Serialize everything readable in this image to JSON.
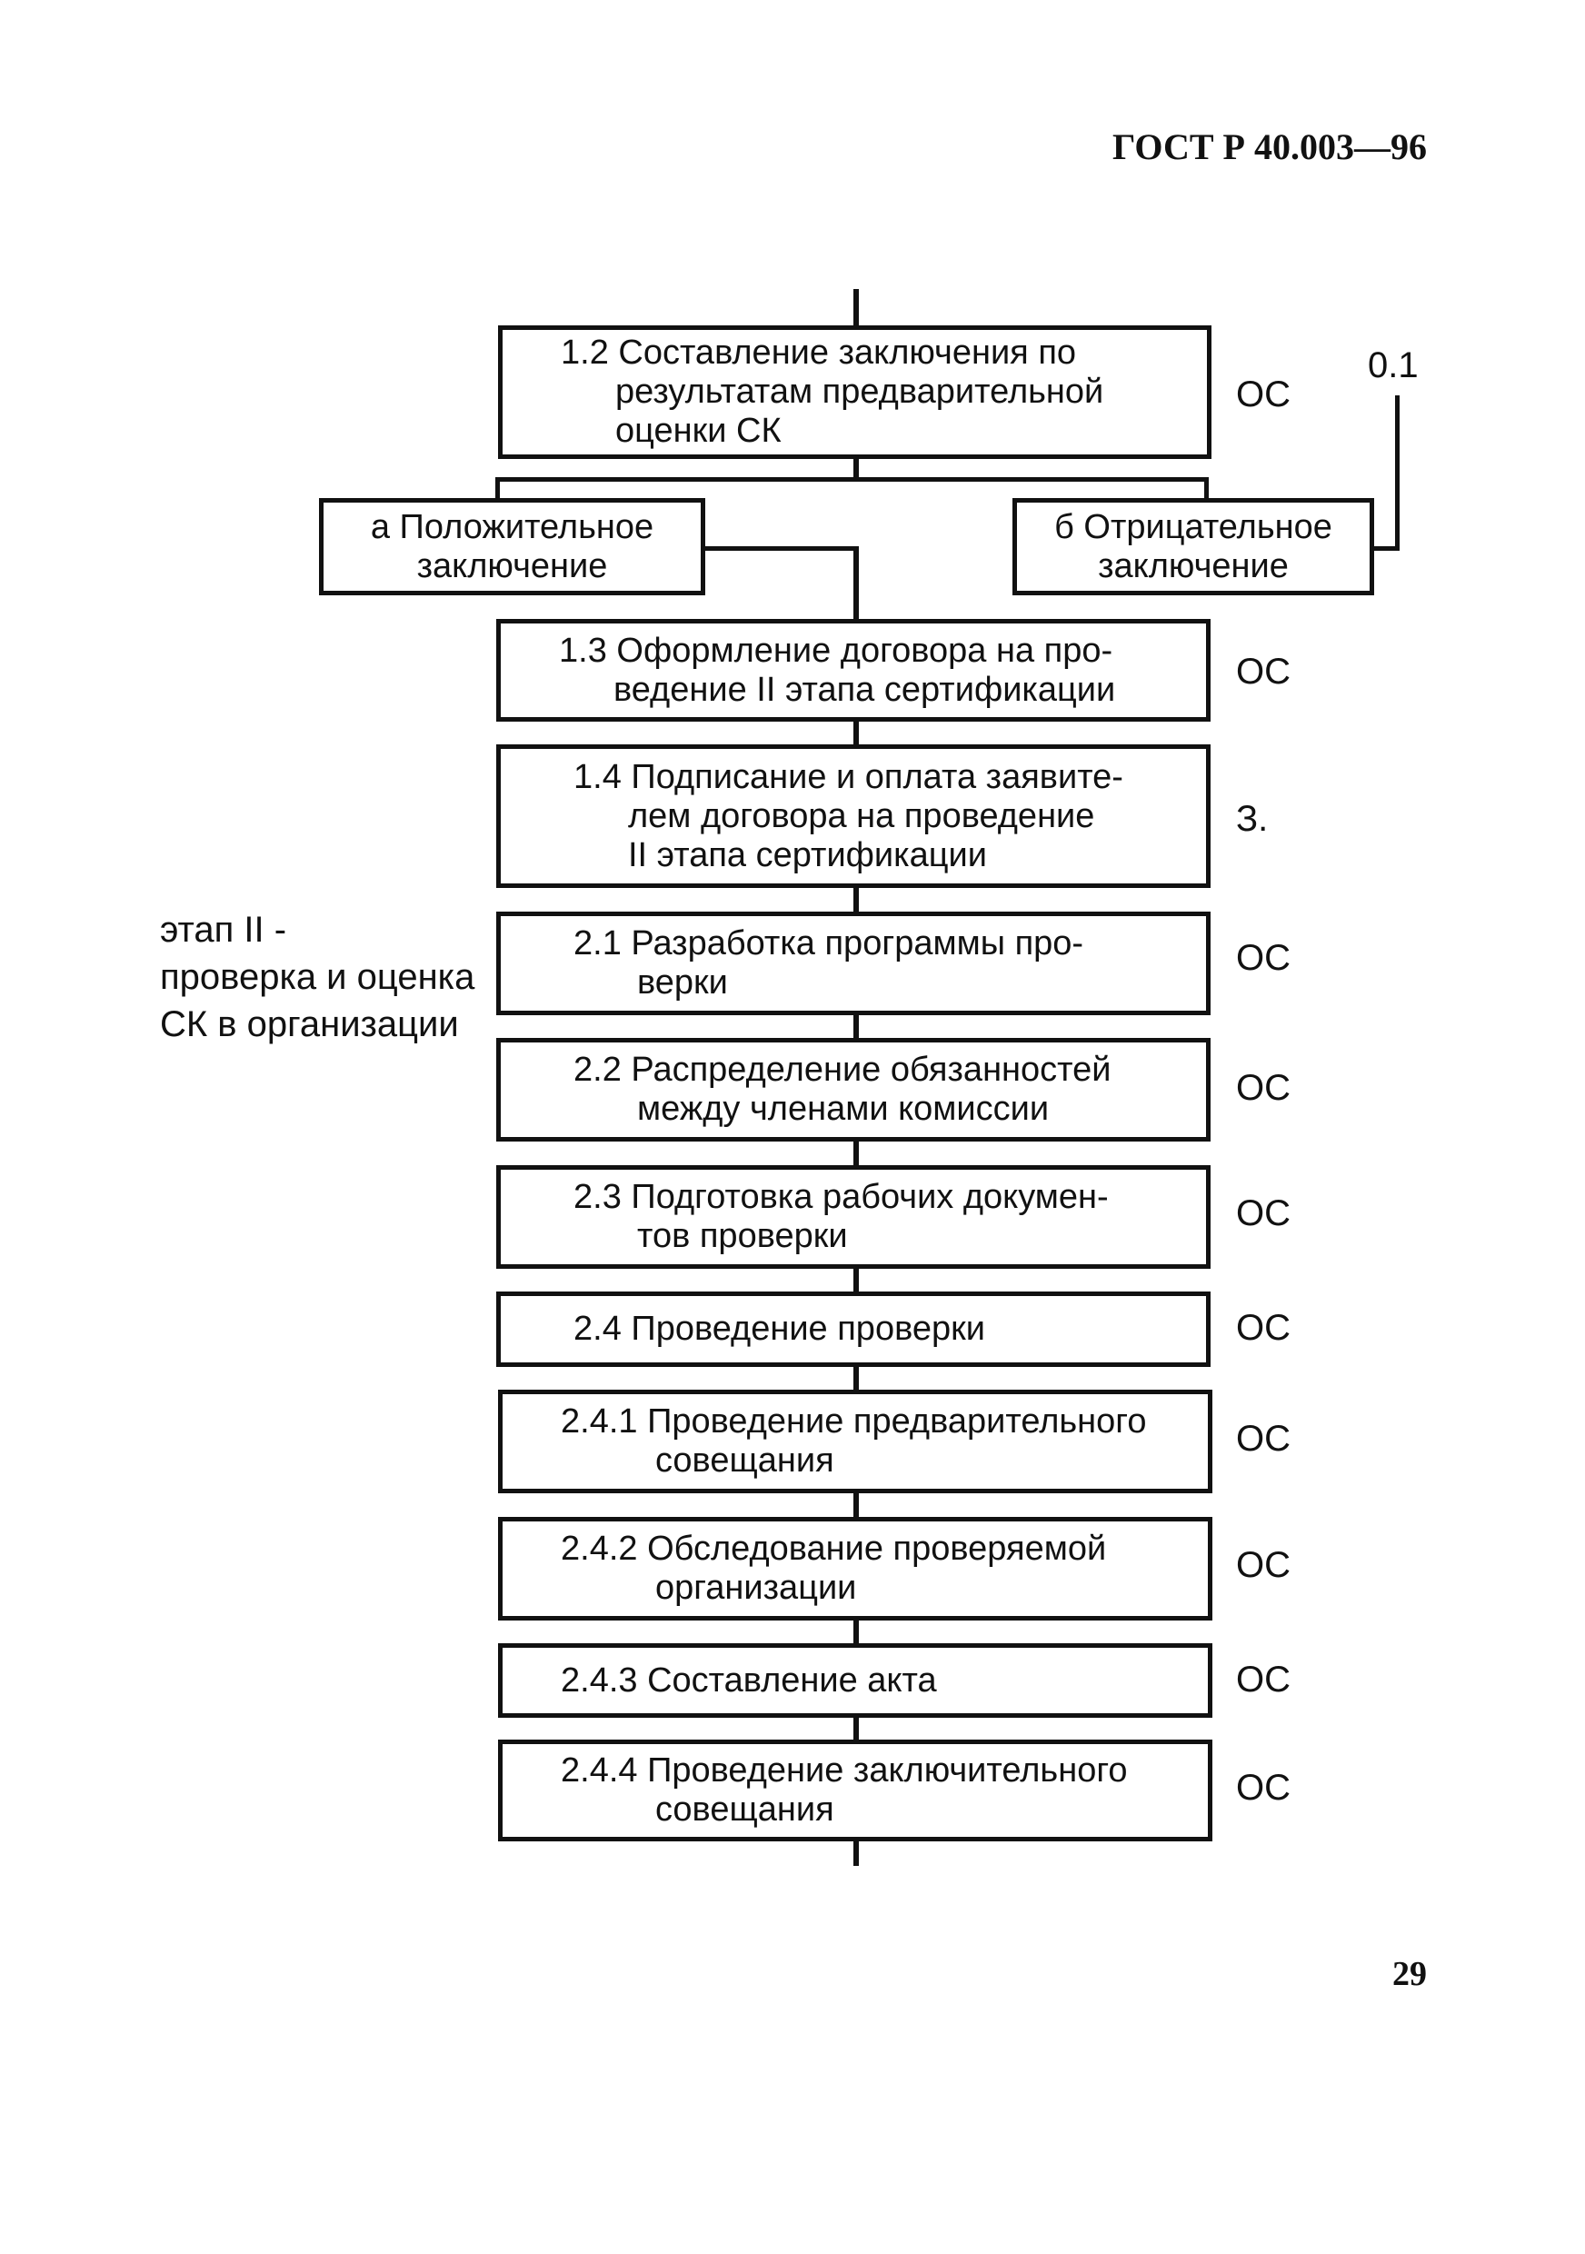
{
  "header": {
    "doc_id": "ГОСТ Р 40.003—96"
  },
  "page_number": "29",
  "stage_label": {
    "lines": [
      "этап II -",
      "проверка и оценка",
      "СК в организации"
    ]
  },
  "side_note": "0.1",
  "steps": [
    {
      "lines": [
        "1.2 Составление заключения по",
        "результатам предварительной",
        "оценки СК"
      ],
      "executor": "ОС"
    },
    {
      "lines": [
        "1.3 Оформление договора на про-",
        "ведение II этапа сертификации"
      ],
      "executor": "ОС"
    },
    {
      "lines": [
        "1.4 Подписание и оплата заявите-",
        "лем договора на проведение",
        "II этапа сертификации"
      ],
      "executor": "З."
    },
    {
      "lines": [
        "2.1 Разработка программы про-",
        "верки"
      ],
      "executor": "ОС"
    },
    {
      "lines": [
        "2.2 Распределение обязанностей",
        "между членами комиссии"
      ],
      "executor": "ОС"
    },
    {
      "lines": [
        "2.3 Подготовка рабочих докумен-",
        "тов проверки"
      ],
      "executor": "ОС"
    },
    {
      "lines": [
        "2.4 Проведение проверки"
      ],
      "executor": "ОС"
    },
    {
      "lines": [
        "2.4.1 Проведение предварительного",
        "совещания"
      ],
      "executor": "ОС"
    },
    {
      "lines": [
        "2.4.2 Обследование проверяемой",
        "организации"
      ],
      "executor": "ОС"
    },
    {
      "lines": [
        "2.4.3 Составление акта"
      ],
      "executor": "ОС"
    },
    {
      "lines": [
        "2.4.4 Проведение заключительного",
        "совещания"
      ],
      "executor": "ОС"
    }
  ],
  "branches": {
    "positive": {
      "lines": [
        "а  Положительное",
        "заключение"
      ]
    },
    "negative": {
      "lines": [
        "б  Отрицательное",
        "заключение"
      ]
    }
  }
}
